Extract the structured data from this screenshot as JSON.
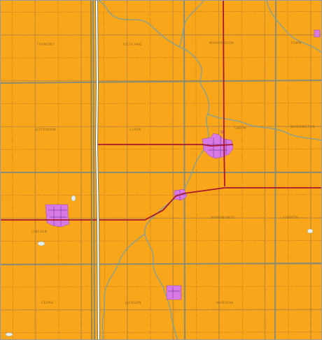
{
  "map": {
    "colors": {
      "land": "#FAA61A",
      "section_line": "#C98420",
      "road_local": "#B58A45",
      "boundary_township": "#8C8C70",
      "highway_primary": "#A7182E",
      "interstate": "#FFFFFF",
      "interstate_edge": "#7A7A55",
      "water_river": "#7FA09A",
      "water_body": "#E8F0EE",
      "city_fill": "#D879E6",
      "city_street": "#7A3FA0",
      "label_text": "#8A6420"
    },
    "township_labels": [
      "FREMONT",
      "RICHLAND",
      "WASHINGTON",
      "TOWN",
      "JEFFERSON",
      "CLARK",
      "UNION",
      "WASHINGTON",
      "LINCOLN",
      "WAPSINONOC",
      "LIBERTY",
      "CEDAR",
      "JACKSON",
      "MADISON"
    ],
    "town_labels": [
      "SI"
    ]
  }
}
